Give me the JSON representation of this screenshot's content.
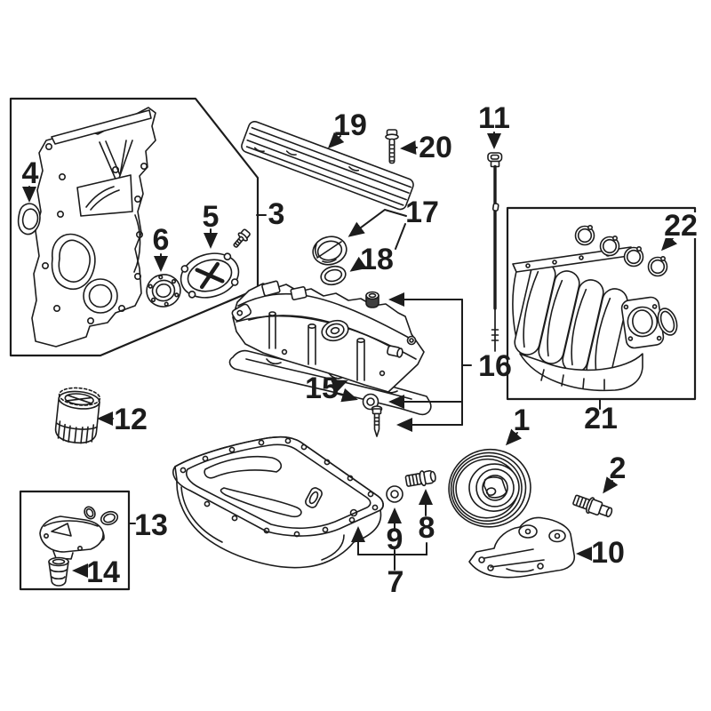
{
  "diagram": {
    "background_color": "#ffffff",
    "line_color": "#1c1c1c",
    "callouts": [
      {
        "number": "1",
        "part": "crankshaft-pulley"
      },
      {
        "number": "2",
        "part": "crankshaft-pulley-bolt"
      },
      {
        "number": "3",
        "part": "timing-chain-case"
      },
      {
        "number": "4",
        "part": "chain-case-o-ring"
      },
      {
        "number": "5",
        "part": "chain-case-cover-plate"
      },
      {
        "number": "6",
        "part": "oil-seal"
      },
      {
        "number": "7",
        "part": "oil-pan"
      },
      {
        "number": "8",
        "part": "oil-drain-bolt"
      },
      {
        "number": "9",
        "part": "drain-bolt-washer"
      },
      {
        "number": "10",
        "part": "engine-stiffener-bracket"
      },
      {
        "number": "11",
        "part": "oil-dipstick"
      },
      {
        "number": "12",
        "part": "oil-filter"
      },
      {
        "number": "13",
        "part": "oil-filter-base"
      },
      {
        "number": "14",
        "part": "filter-base-joint-plug"
      },
      {
        "number": "15",
        "part": "valve-cover-seal-washer"
      },
      {
        "number": "16",
        "part": "valve-cover-assembly"
      },
      {
        "number": "17",
        "part": "oil-filler-cap"
      },
      {
        "number": "18",
        "part": "filler-cap-gasket"
      },
      {
        "number": "19",
        "part": "engine-appearance-cover"
      },
      {
        "number": "20",
        "part": "cover-bolt"
      },
      {
        "number": "21",
        "part": "intake-manifold"
      },
      {
        "number": "22",
        "part": "intake-port-o-rings"
      }
    ]
  }
}
